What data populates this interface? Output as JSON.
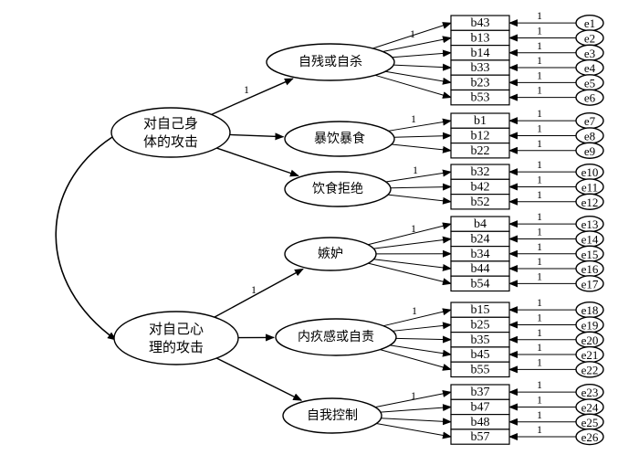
{
  "second_order": [
    {
      "id": "physical",
      "lines": [
        "对自己身",
        "体的攻击"
      ]
    },
    {
      "id": "psychological",
      "lines": [
        "对自己心",
        "理的攻击"
      ]
    }
  ],
  "factors": [
    {
      "label": "自残或自杀",
      "parent": 0,
      "path_label": "1",
      "items": [
        "b43",
        "b13",
        "b14",
        "b33",
        "b23",
        "b53"
      ]
    },
    {
      "label": "暴饮暴食",
      "parent": 0,
      "path_label": "",
      "items": [
        "b1",
        "b12",
        "b22"
      ]
    },
    {
      "label": "饮食拒绝",
      "parent": 0,
      "path_label": "",
      "items": [
        "b32",
        "b42",
        "b52"
      ]
    },
    {
      "label": "嫉妒",
      "parent": 1,
      "path_label": "1",
      "items": [
        "b4",
        "b24",
        "b34",
        "b44",
        "b54"
      ]
    },
    {
      "label": "内疚感或自责",
      "parent": 1,
      "path_label": "",
      "items": [
        "b15",
        "b25",
        "b35",
        "b45",
        "b55"
      ]
    },
    {
      "label": "自我控制",
      "parent": 1,
      "path_label": "",
      "items": [
        "b37",
        "b47",
        "b48",
        "b57"
      ]
    }
  ],
  "first_loading_label": "1",
  "error_path_label": "1",
  "errors": [
    "e1",
    "e2",
    "e3",
    "e4",
    "e5",
    "e6",
    "e7",
    "e8",
    "e9",
    "e10",
    "e11",
    "e12",
    "e13",
    "e14",
    "e15",
    "e16",
    "e17",
    "e18",
    "e19",
    "e20",
    "e21",
    "e22",
    "e23",
    "e24",
    "e25",
    "e26"
  ]
}
